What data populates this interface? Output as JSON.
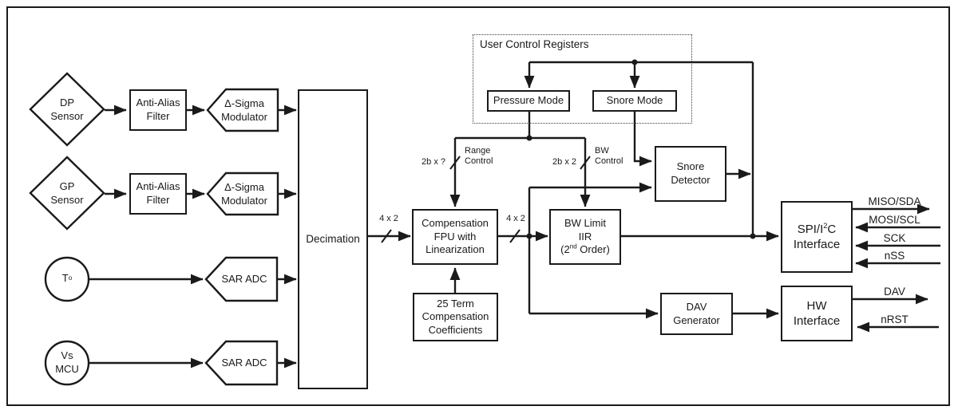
{
  "diagram": {
    "nodes": {
      "dp_sensor": {
        "label": "DP\nSensor"
      },
      "gp_sensor": {
        "label": "GP\nSensor"
      },
      "anti_alias_1": {
        "label": "Anti-Alias\nFilter"
      },
      "anti_alias_2": {
        "label": "Anti-Alias\nFilter"
      },
      "delta_sigma_1": {
        "label": "Δ-Sigma\nModulator"
      },
      "delta_sigma_2": {
        "label": "Δ-Sigma\nModulator"
      },
      "temp_sensor": {
        "base": "T",
        "sup": "o"
      },
      "vs_mcu": {
        "label": "Vs\nMCU"
      },
      "sar_adc_1": {
        "label": "SAR ADC"
      },
      "sar_adc_2": {
        "label": "SAR ADC"
      },
      "decimation": {
        "label": "Decimation"
      },
      "comp_fpu": {
        "label": "Compensation\nFPU with\nLinearization"
      },
      "coeffs": {
        "label": "25 Term\nCompensation\nCoefficients"
      },
      "bw_iir": {
        "line1": "BW Limit",
        "line2": "IIR",
        "line3_pre": "(2",
        "line3_sup": "nd",
        "line3_post": " Order)"
      },
      "snore_detector": {
        "label": "Snore\nDetector"
      },
      "dav_generator": {
        "label": "DAV\nGenerator"
      },
      "spi_interface": {
        "line1_pre": "SPI/I",
        "line1_sup": "2",
        "line1_post": "C",
        "line2": "Interface"
      },
      "hw_interface": {
        "label": "HW\nInterface"
      },
      "user_control_registers": {
        "label": "User Control Registers"
      },
      "pressure_mode": {
        "label": "Pressure Mode"
      },
      "snore_mode": {
        "label": "Snore Mode"
      }
    },
    "bus_labels": {
      "dec_out": "4 x 2",
      "fpu_out": "4 x 2",
      "range_width": "2b x ?",
      "bw_width": "2b x 2",
      "range_ctrl": "Range\nControl",
      "bw_ctrl": "BW\nControl"
    },
    "signals": {
      "miso_sda": "MISO/SDA",
      "mosi_scl": "MOSI/SCL",
      "sck": "SCK",
      "nss": "nSS",
      "dav": "DAV",
      "nrst": "nRST"
    },
    "colors": {
      "ink": "#1a1a1a",
      "background": "#ffffff"
    }
  }
}
